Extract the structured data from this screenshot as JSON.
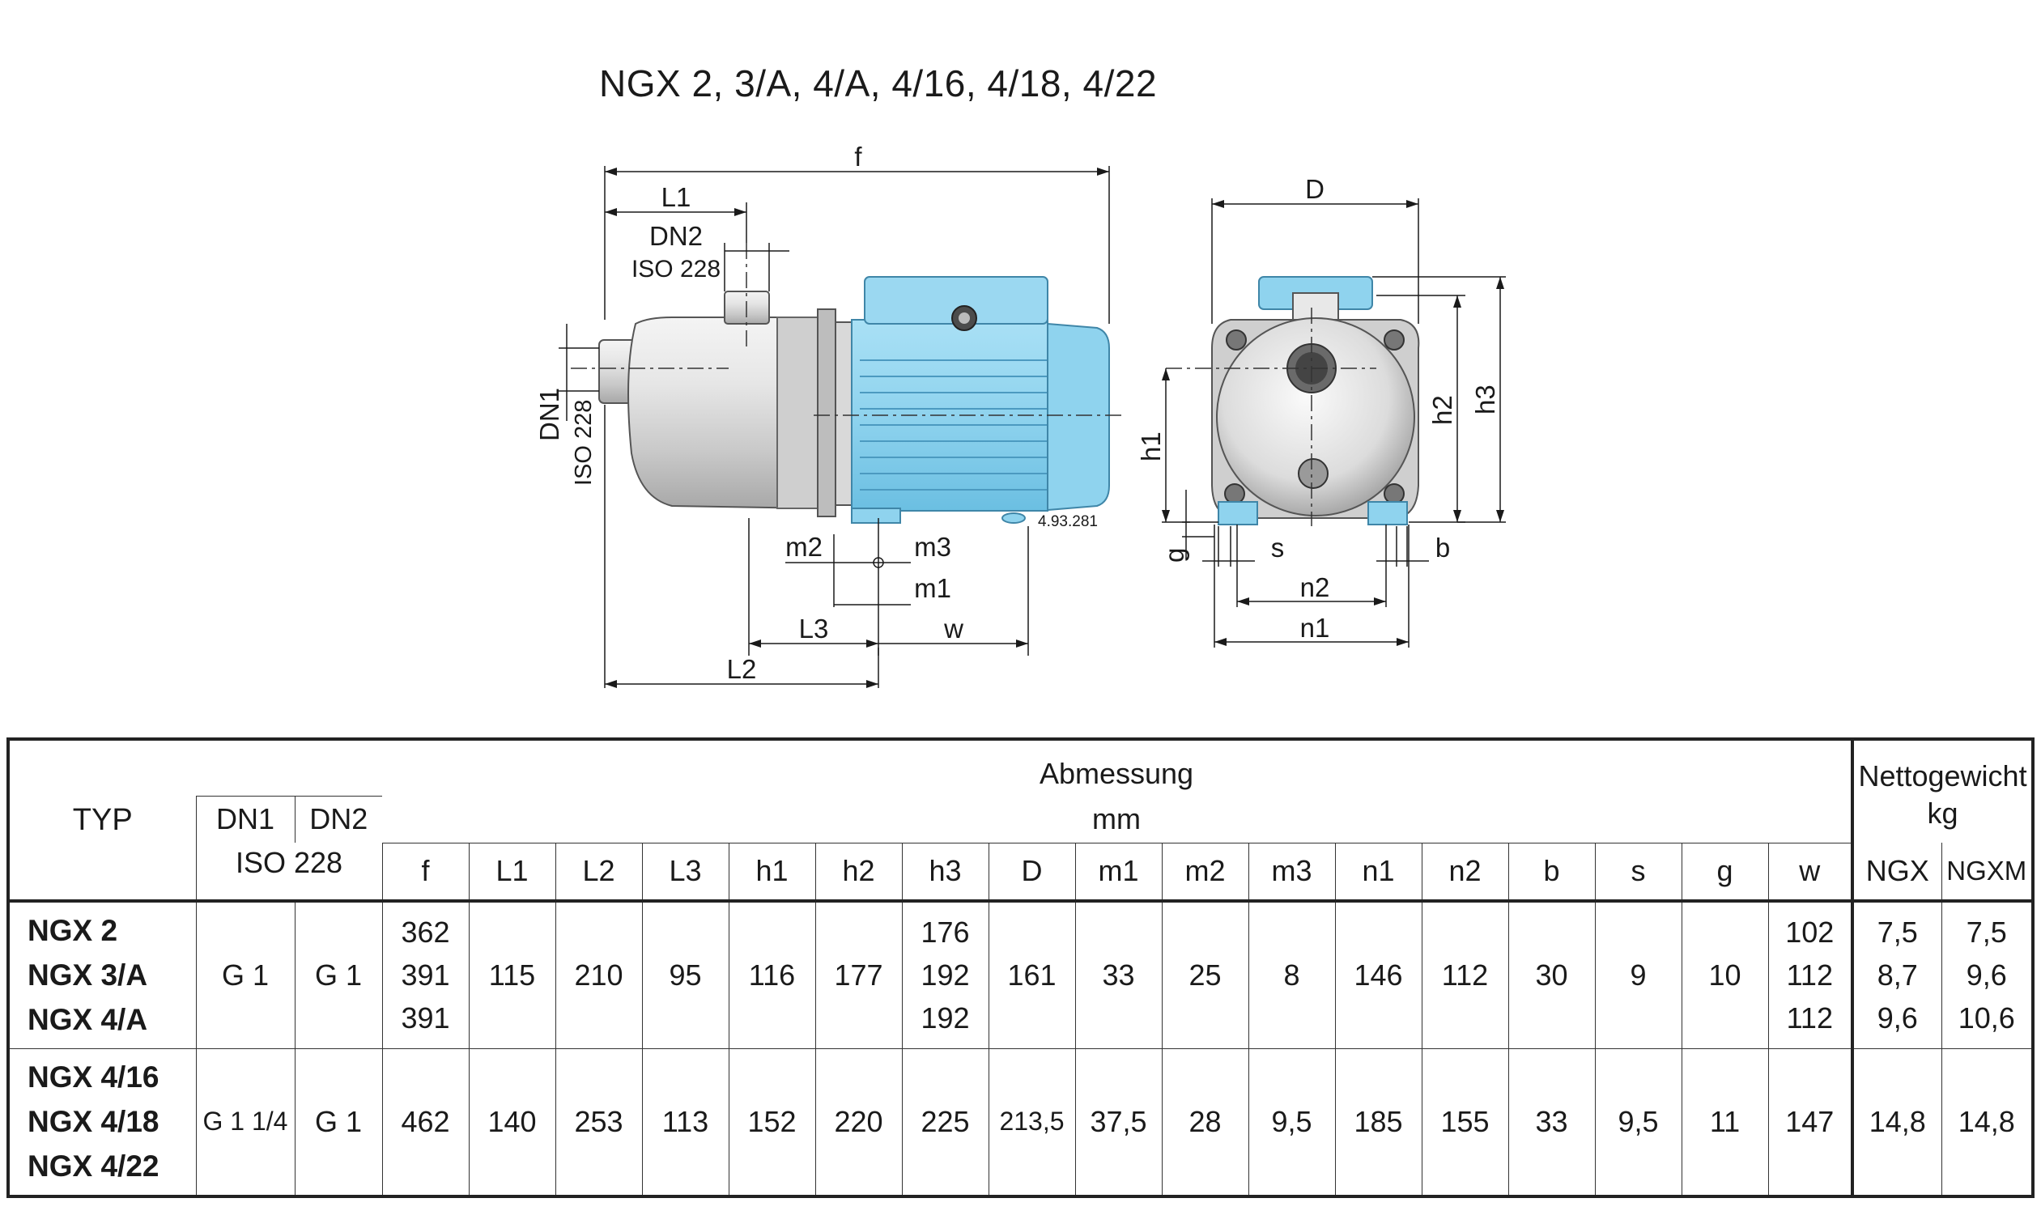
{
  "title": "NGX 2, 3/A, 4/A, 4/16, 4/18, 4/22",
  "drawing": {
    "dimension_labels": {
      "f": "f",
      "L1": "L1",
      "DN2": "DN2",
      "iso_top": "ISO 228",
      "DN1": "DN1",
      "iso_side": "ISO 228",
      "m2": "m2",
      "m3": "m3",
      "m1": "m1",
      "L3": "L3",
      "w": "w",
      "L2": "L2",
      "D": "D",
      "h1": "h1",
      "h2": "h2",
      "h3": "h3",
      "g": "g",
      "s": "s",
      "b": "b",
      "n2": "n2",
      "n1": "n1"
    },
    "code": "4.93.281",
    "colors": {
      "motor": "#8fd3ee",
      "motor_dark": "#5aa9cc",
      "steel": "#d7d7d7",
      "line": "#1a1a1a"
    }
  },
  "table": {
    "head": {
      "typ": "TYP",
      "dn1": "DN1",
      "dn2": "DN2",
      "iso": "ISO 228",
      "abmessung": "Abmessung",
      "unit_mm": "mm",
      "nettogewicht": "Nettogewicht",
      "unit_kg": "kg",
      "columns": [
        "f",
        "L1",
        "L2",
        "L3",
        "h1",
        "h2",
        "h3",
        "D",
        "m1",
        "m2",
        "m3",
        "n1",
        "n2",
        "b",
        "s",
        "g",
        "w"
      ],
      "weights": [
        "NGX",
        "NGXM"
      ]
    },
    "groups": [
      {
        "types": [
          "NGX 2",
          "NGX 3/A",
          "NGX 4/A"
        ],
        "dn1": "G 1",
        "dn2": "G 1",
        "f": [
          "362",
          "391",
          "391"
        ],
        "L1": "115",
        "L2": "210",
        "L3": "95",
        "h1": "116",
        "h2": "177",
        "h3": [
          "176",
          "192",
          "192"
        ],
        "D": "161",
        "m1": "33",
        "m2": "25",
        "m3": "8",
        "n1": "146",
        "n2": "112",
        "b": "30",
        "s": "9",
        "g": "10",
        "w": [
          "102",
          "112",
          "112"
        ],
        "ngx": [
          "7,5",
          "8,7",
          "9,6"
        ],
        "ngxm": [
          "7,5",
          "9,6",
          "10,6"
        ]
      },
      {
        "types": [
          "NGX 4/16",
          "NGX 4/18",
          "NGX 4/22"
        ],
        "dn1": "G 1 1/4",
        "dn2": "G 1",
        "f": "462",
        "L1": "140",
        "L2": "253",
        "L3": "113",
        "h1": "152",
        "h2": "220",
        "h3": "225",
        "D": "213,5",
        "m1": "37,5",
        "m2": "28",
        "m3": "9,5",
        "n1": "185",
        "n2": "155",
        "b": "33",
        "s": "9,5",
        "g": "11",
        "w": "147",
        "ngx": "14,8",
        "ngxm": "14,8"
      }
    ]
  }
}
